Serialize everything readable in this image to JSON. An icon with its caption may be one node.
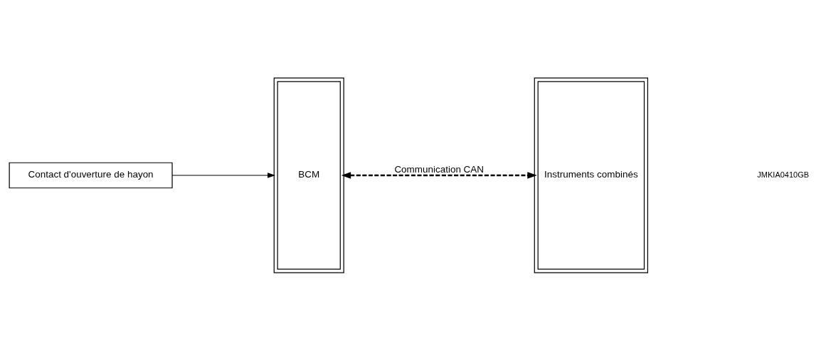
{
  "diagram": {
    "nodes": [
      {
        "text": [
          "Contact d'ouverture de hayon"
        ]
      },
      {
        "text": [
          "BCM"
        ]
      },
      {
        "text": [
          "Instruments combinés"
        ]
      }
    ],
    "edges": [
      {
        "from": 0,
        "to": 1,
        "arrow": "to"
      },
      {
        "from": 1,
        "to": 2,
        "arrow": "both",
        "label": "Communication CAN",
        "style": "dashed"
      }
    ],
    "labels": [
      "JMKIA0410GB"
    ]
  }
}
